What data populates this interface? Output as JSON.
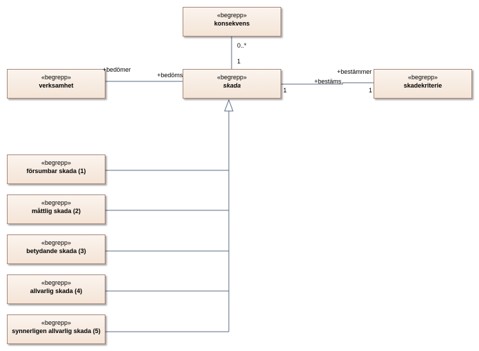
{
  "stereotype": "«begrepp»",
  "classes": {
    "konsekvens": "konsekvens",
    "verksamhet": "verksamhet",
    "skada": "skada",
    "skadekriterie": "skadekriterie",
    "forsumbar": "försumbar skada (1)",
    "mattlig": "måttlig skada (2)",
    "betydande": "betydande skada (3)",
    "allvarlig": "allvarlig skada (4)",
    "synnerligen": "synnerligen allvarlig skada (5)"
  },
  "associations": {
    "konsekvens_mult_top": "0..*",
    "konsekvens_mult_bottom": "1",
    "verksamhet_role": "+bedömer",
    "skada_role": "+bedöms",
    "bestammer_role": "+bestämmer",
    "bestams_role": "+bestäms",
    "skada_mult_right": "1",
    "skadekriterie_mult": "1"
  },
  "colors": {
    "box_fill_top": "#fbf4ee",
    "box_fill_bottom": "#f4e4d6",
    "box_border": "#a8887a",
    "line": "#5a6c80"
  }
}
